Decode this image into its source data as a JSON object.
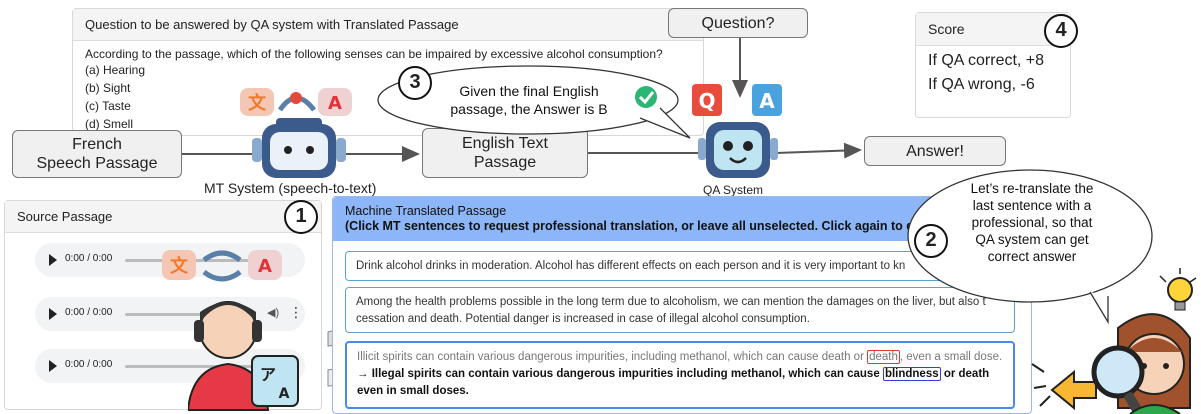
{
  "question_panel": {
    "title": "Question to be answered by QA system with Translated Passage",
    "question": "According to the passage, which of the following senses can be impaired by excessive alcohol consumption?",
    "options": [
      "(a) Hearing",
      "(b) Sight",
      "(c) Taste",
      "(d) Smell"
    ]
  },
  "flow": {
    "question_box": "Question?",
    "french_line1": "French",
    "french_line2": "Speech Passage",
    "english_line1": "English Text",
    "english_line2": "Passage",
    "answer_box": "Answer!",
    "mt_caption": "MT System (speech-to-text)",
    "qa_caption": "QA System"
  },
  "bubble3": {
    "number": "3",
    "line1": "Given the final English",
    "line2": "passage, the Answer is B"
  },
  "score": {
    "title": "Score",
    "number": "4",
    "correct": "If QA correct, +8",
    "wrong": "If QA wrong, -6"
  },
  "source_panel": {
    "title": "Source Passage",
    "audio_time": "0:00 / 0:00"
  },
  "mt_panel": {
    "number": "1",
    "title_line1": "Machine Translated Passage",
    "title_line2": "(Click MT sentences to request professional translation, or leave all unselected. Click again to de",
    "sent1": "Drink alcohol drinks in moderation. Alcohol has different effects on each person and it is very important to kn",
    "sent2_line1": "Among the health problems possible in the long term due to alcoholism, we can mention the damages on the liver, but also t",
    "sent2_line2": "cessation and death. Potential danger is increased in case of illegal alcohol consumption.",
    "sent3_pre": "Illicit spirits can contain various dangerous impurities, including methanol, which can cause death or ",
    "sent3_hl": "death",
    "sent3_post": ", even a small dose.",
    "fix_pre": "→ Illegal spirits can contain various dangerous impurities including methanol, which can cause ",
    "fix_hl": "blindness",
    "fix_post": " or death",
    "fix_line2": "even in small doses."
  },
  "bubble2": {
    "number": "2",
    "lines": [
      "Let’s re-translate the",
      "last sentence with a",
      "professional, so that",
      "QA system can get",
      "correct answer"
    ]
  },
  "icons": {
    "qa_question_badge": "Q",
    "qa_answer_badge": "A",
    "translate_left": "文",
    "translate_right": "A",
    "translate_person_sign": "ア",
    "translate_person_sign_sub": "A"
  },
  "colors": {
    "mt_header": "#8cb6f7",
    "highlight_red": "#e33333",
    "highlight_blue": "#3340d8",
    "check_green": "#2bb673"
  }
}
